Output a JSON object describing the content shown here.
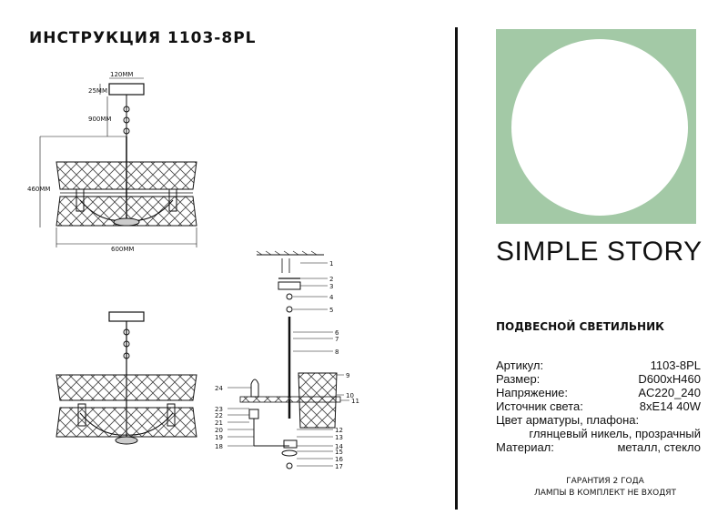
{
  "title": "ИНСТРУКЦИЯ 1103-8PL",
  "dimensions": {
    "canopy_width": "120MM",
    "canopy_height": "25MM",
    "chain_length": "900MM",
    "total_height": "460MM",
    "diameter": "600MM"
  },
  "parts": [
    "1",
    "2",
    "3",
    "4",
    "5",
    "6",
    "7",
    "8",
    "9",
    "10",
    "11",
    "12",
    "13",
    "14",
    "15",
    "16",
    "17",
    "18",
    "19",
    "20",
    "21",
    "22",
    "23",
    "24"
  ],
  "brand": {
    "word1": "SIMPLE",
    "word2": "STORY"
  },
  "product_type": "ПОДВЕСНОЙ СВЕТИЛЬНИК",
  "specs": [
    {
      "label": "Артикул:",
      "value": "1103-8PL"
    },
    {
      "label": "Размер:",
      "value": "D600xH460"
    },
    {
      "label": "Напряжение:",
      "value": "AC220_240"
    },
    {
      "label": "Источник света:",
      "value": "8xE14 40W"
    }
  ],
  "finish": {
    "label": "Цвет арматуры, плафона:",
    "value": "глянцевый никель, прозрачный"
  },
  "material": {
    "label": "Материал:",
    "value": "металл, стекло"
  },
  "footer": {
    "line1": "ГАРАНТИЯ 2 ГОДА",
    "line2": "ЛАМПЫ В КОМПЛЕКТ НЕ ВХОДЯТ"
  },
  "colors": {
    "logo_bg": "#a3c9a6",
    "ink": "#111111"
  }
}
